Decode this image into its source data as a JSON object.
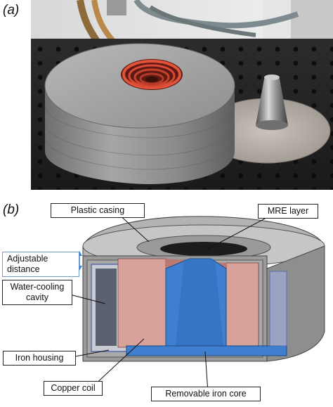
{
  "panels": {
    "a_label": "(a)",
    "b_label": "(b)"
  },
  "callouts": {
    "plastic_casing": "Plastic casing",
    "mre_layer": "MRE layer",
    "adjustable_distance_line1": "Adjustable",
    "adjustable_distance_line2": "distance",
    "water_cooling_line1": "Water-cooling",
    "water_cooling_line2": "cavity",
    "iron_housing": "Iron housing",
    "copper_coil": "Copper coil",
    "removable_iron_core": "Removable iron core"
  },
  "colors": {
    "iron_housing": "#8f8f8f",
    "copper_coil": "#d89e98",
    "iron_core": "#3f7fcf",
    "casing": "#a9a9a9",
    "callout_accent": "#6a9ed8"
  }
}
